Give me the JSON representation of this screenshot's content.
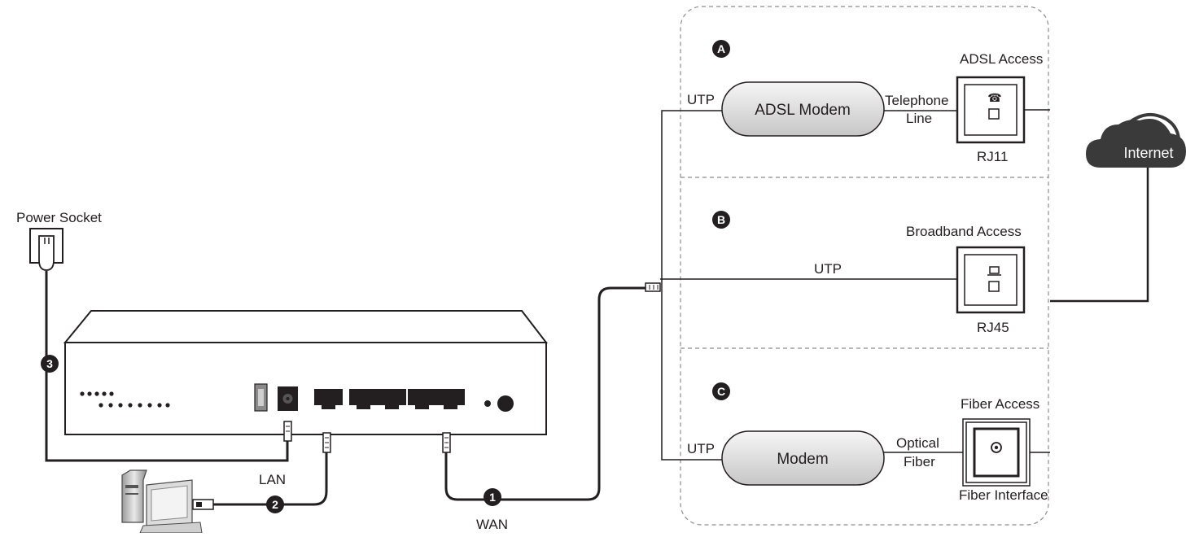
{
  "labels": {
    "power_socket": "Power Socket",
    "lan": "LAN",
    "wan": "WAN",
    "step1": "1",
    "step2": "2",
    "step3": "3",
    "option_a": "A",
    "option_b": "B",
    "option_c": "C",
    "utp_a": "UTP",
    "utp_b": "UTP",
    "utp_c": "UTP",
    "adsl_modem": "ADSL Modem",
    "modem": "Modem",
    "telephone": "Telephone",
    "line": "Line",
    "optical": "Optical",
    "fiber": "Fiber",
    "adsl_access": "ADSL  Access",
    "broadband_access": "Broadband Access",
    "fiber_access": "Fiber Access",
    "rj11": "RJ11",
    "rj45": "RJ45",
    "fiber_interface": "Fiber Interface",
    "internet": "Internet"
  },
  "icons": {
    "phone_jack": "telephone-icon",
    "lan_jack": "computer-icon",
    "fiber_jack": "fiber-port-icon",
    "cloud": "cloud-icon"
  },
  "colors": {
    "line": "#231f20",
    "dashed_border": "#8c8c8c",
    "modem_fill_top": "#f4f4f4",
    "modem_fill_bottom": "#c9c9c9",
    "cloud": "#3a3a3a"
  }
}
